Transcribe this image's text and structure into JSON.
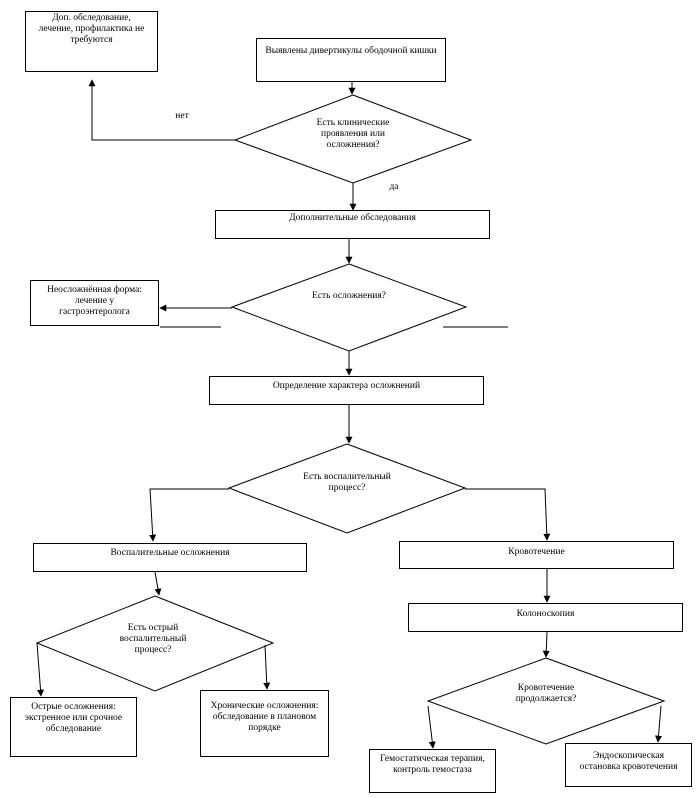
{
  "nodes": {
    "no_further": [
      "Доп. обследование,",
      "лечение, профилактика не",
      "требуются"
    ],
    "detected": "Выявлены дивертикулы ободочной кишки",
    "q_clinical": [
      "Есть клинические",
      "проявления или",
      "осложнения?"
    ],
    "additional": "Дополнительные обследования",
    "q_complications": "Есть осложнения?",
    "uncomplicated": [
      "Неосложнённая форма:",
      "лечение у",
      "гастроэнтеролога"
    ],
    "determine": "Определение характера осложнений",
    "q_inflammatory": [
      "Есть воспалительный",
      "процесс?"
    ],
    "inflammatory": "Воспалительные осложнения",
    "bleeding": "Кровотечение",
    "q_acute": [
      "Есть острый",
      "воспалительный",
      "процесс?"
    ],
    "colonoscopy": "Колоноскопия",
    "acute": [
      "Острые осложнения:",
      "экстренное или срочное",
      "обследование"
    ],
    "chronic": [
      "Хронические осложнения:",
      "обследование в плановом",
      "порядке"
    ],
    "q_bleeding": [
      "Кровотечение",
      "продолжается?"
    ],
    "hemostatic": [
      "Гемостатическая терапия,",
      "контроль гемостаза"
    ],
    "endoscopic": [
      "Эндоскопическая",
      "остановка кровотечения"
    ]
  },
  "edge_labels": {
    "no": "нет",
    "yes": "да"
  }
}
